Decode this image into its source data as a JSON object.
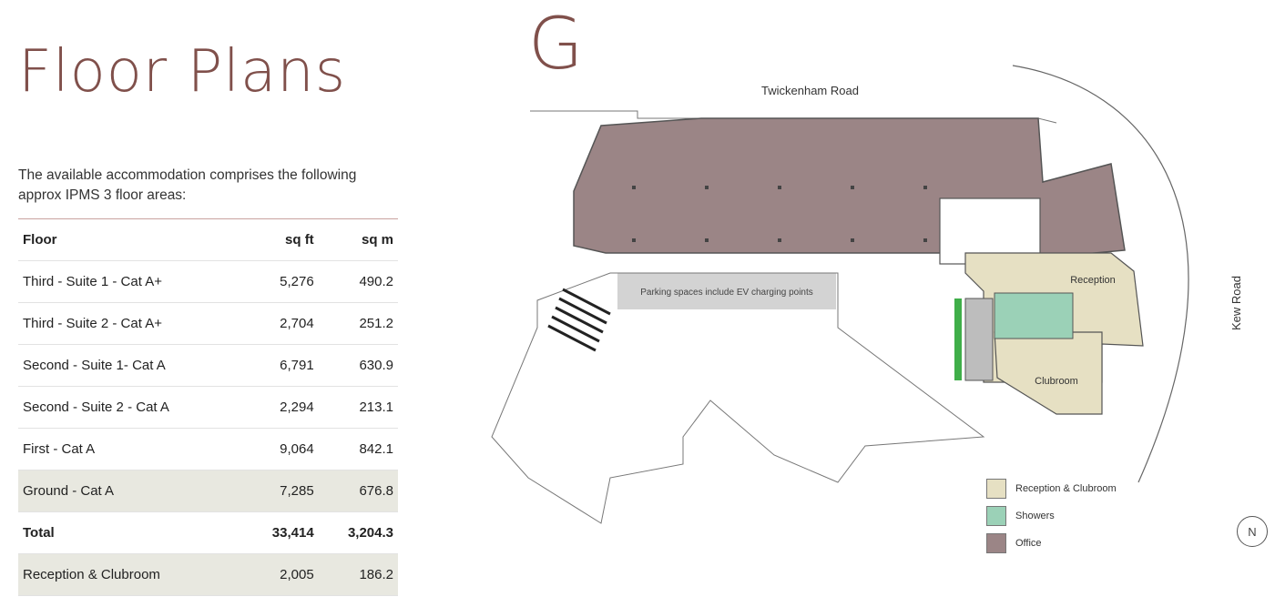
{
  "page_title": "Floor Plans",
  "intro": "The available accommodation comprises the following approx IPMS 3 floor areas:",
  "table": {
    "headers": [
      "Floor",
      "sq ft",
      "sq m"
    ],
    "rows": [
      {
        "floor": "Third - Suite 1 - Cat A+",
        "sqft": "5,276",
        "sqm": "490.2"
      },
      {
        "floor": "Third - Suite 2 - Cat A+",
        "sqft": "2,704",
        "sqm": "251.2"
      },
      {
        "floor": "Second - Suite 1- Cat A",
        "sqft": "6,791",
        "sqm": "630.9"
      },
      {
        "floor": "Second - Suite 2 - Cat A",
        "sqft": "2,294",
        "sqm": "213.1"
      },
      {
        "floor": "First - Cat A",
        "sqft": "9,064",
        "sqm": "842.1"
      },
      {
        "floor": "Ground - Cat A",
        "sqft": "7,285",
        "sqm": "676.8"
      }
    ],
    "total": {
      "floor": "Total",
      "sqft": "33,414",
      "sqm": "3,204.3"
    },
    "extra": {
      "floor": "Reception & Clubroom",
      "sqft": "2,005",
      "sqm": "186.2"
    }
  },
  "plan": {
    "floor_letter": "G",
    "road_north": "Twickenham Road",
    "road_east": "Kew Road",
    "parking_label": "Parking spaces include EV charging points",
    "reception_label": "Reception",
    "clubroom_label": "Clubroom",
    "compass_label": "N"
  },
  "legend": [
    {
      "label": "Reception & Clubroom",
      "color": "#e6e0c3"
    },
    {
      "label": "Showers",
      "color": "#9bd1b7"
    },
    {
      "label": "Office",
      "color": "#9b8586"
    }
  ],
  "colors": {
    "accent": "#80504b",
    "office": "#9b8586",
    "reception": "#e6e0c3",
    "showers": "#9bd1b7",
    "row_shade": "#e8e8e0"
  }
}
